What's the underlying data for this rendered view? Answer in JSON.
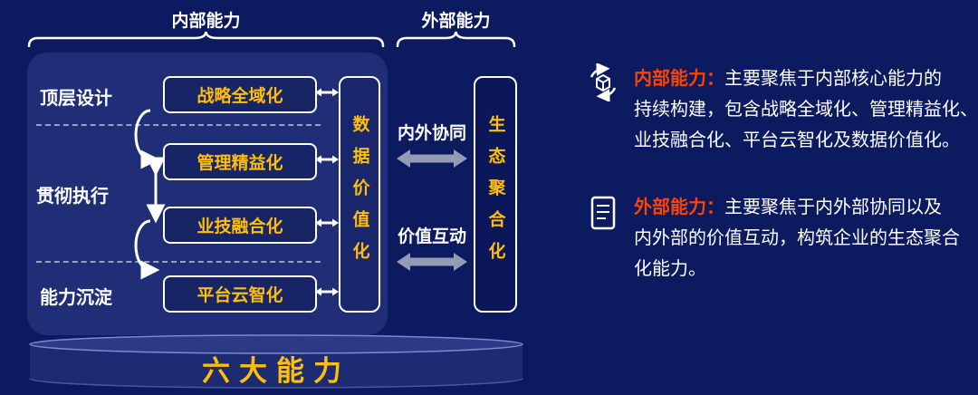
{
  "colors": {
    "background": "#0C1A60",
    "panel": "#1F2E77",
    "gold": "#FFBE0B",
    "orange_accent": "#FF4300",
    "arrow_gray": "#939CB4",
    "border_white": "#FFFFFF"
  },
  "braces": {
    "internal": "内部能力",
    "external": "外部能力"
  },
  "matrix": {
    "stages": [
      {
        "label": "顶层设计"
      },
      {
        "label": "贯彻执行"
      },
      {
        "label": "能力沉淀"
      }
    ],
    "capabilities": [
      "战略全域化",
      "管理精益化",
      "业技融合化",
      "平台云智化"
    ],
    "data_box": "数据价值化"
  },
  "bridge": {
    "top_label": "内外协同",
    "bottom_label": "价值互动",
    "eco_box": "生态聚合化"
  },
  "platform": {
    "label": "六大能力"
  },
  "icons": {
    "internal_legend": "cycle-cube-icon",
    "external_legend": "checklist-icon",
    "row_link": "double-arrow-icon",
    "exchange": "wide-double-arrow-icon",
    "loop": "cycle-arrows-icon"
  },
  "legend": [
    {
      "icon": "cycle-cube-icon",
      "title": "内部能力：",
      "text": "主要聚焦于内部核心能力的\n持续构建，包含战略全域化、管理精益化、\n业技融合化、平台云智化及数据价值化。"
    },
    {
      "icon": "checklist-icon",
      "title": "外部能力：",
      "text": "主要聚焦于内外部协同以及\n内外部的价值互动，构筑企业的生态聚合\n化能力。"
    }
  ]
}
